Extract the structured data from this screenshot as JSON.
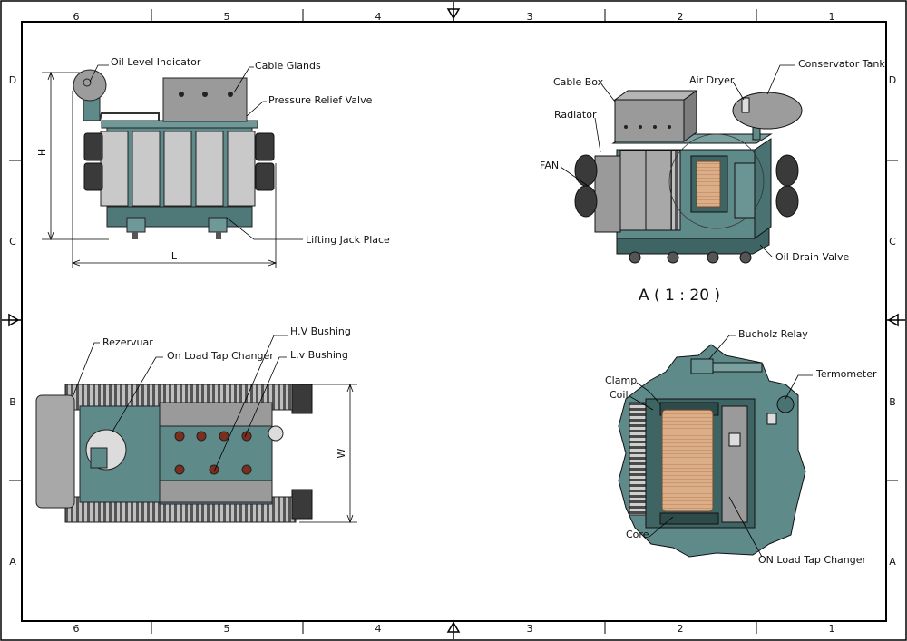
{
  "frame": {
    "columns": [
      "6",
      "5",
      "4",
      "3",
      "2",
      "1"
    ],
    "rows": [
      "D",
      "C",
      "B",
      "A"
    ]
  },
  "views": {
    "front": {
      "labels": {
        "oil_level_indicator": "Oil Level Indicator",
        "cable_glands": "Cable Glands",
        "pressure_relief_valve": "Pressure Relief Valve",
        "lifting_jack_place": "Lifting Jack Place",
        "dim_height": "H",
        "dim_length": "L"
      }
    },
    "isometric": {
      "labels": {
        "cable_box": "Cable Box",
        "air_dryer": "Air Dryer",
        "conservator_tank": "Conservator Tank",
        "radiator": "Radiator",
        "fan": "FAN",
        "oil_drain_valve": "Oil Drain Valve"
      },
      "scale_note": "A ( 1 : 20 )"
    },
    "top": {
      "labels": {
        "rezervuar": "Rezervuar",
        "on_load_tap_changer": "On Load Tap Changer",
        "hv_bushing": "H.V Bushing",
        "lv_bushing": "L.v Bushing",
        "dim_width": "W"
      }
    },
    "section": {
      "labels": {
        "bucholz_relay": "Bucholz Relay",
        "termometer": "Termometer",
        "clamp": "Clamp",
        "coil": "Coil",
        "core": "Core",
        "on_load_tap_changer": "ON Load Tap Changer"
      }
    }
  },
  "colors": {
    "tank": "#5f8a8a",
    "tank_dark": "#3f6464",
    "radiator": "#c9c9c9",
    "cable_box": "#9a9a9a",
    "coil": "#d9aa85",
    "bushing": "#7a2e1e",
    "fan": "#3a3a3a"
  }
}
